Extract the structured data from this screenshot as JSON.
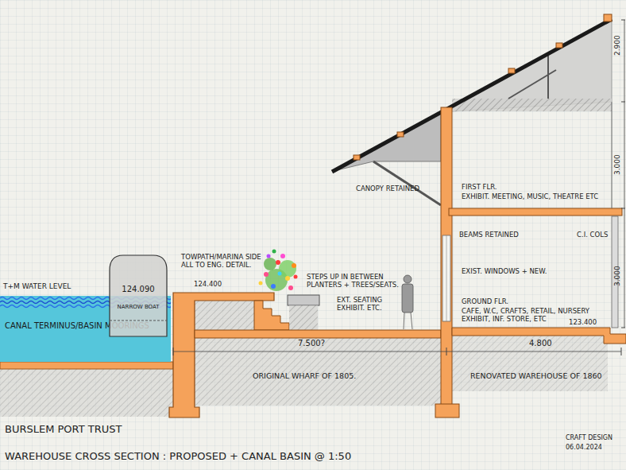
{
  "diagram": {
    "title": "BURSLEM PORT TRUST",
    "nodes": [
      {
        "text": [
          "CANAL TERMINUS/BASIN MOORINGS"
        ]
      },
      {
        "text": [
          "124.090",
          "NARROW BOAT"
        ]
      }
    ],
    "labels": [
      "2.900",
      "3.000",
      "3.000",
      "CANOPY RETAINED",
      "FIRST FLR.",
      "EXHIBIT. MEETING, MUSIC, THEATRE ETC",
      "TOWPATH/MARINA SIDE ALL TO ENG. DETAIL.",
      "124.400",
      "BEAMS RETAINED",
      "C.I. COLS",
      "STEPS UP IN BETWEEN PLANTERS + TREES/SEATS.",
      "T+M WATER LEVEL",
      "EXIST. WINDOWS + NEW.",
      "EXT. SEATING EXHIBIT. ETC.",
      "GROUND FLR.",
      "CAFE, W.C, CRAFTS, RETAIL, NURSERY EXHIBIT, INF. STORE, ETC",
      "123.400",
      "7.500?",
      "4.800",
      "ORIGINAL WHARF OF 1805.",
      "RENOVATED WAREHOUSE OF 1860",
      "WAREHOUSE CROSS SECTION : PROPOSED + CANAL BASIN @ 1:50",
      "CRAFT DESIGN",
      "06.04.2024"
    ]
  }
}
